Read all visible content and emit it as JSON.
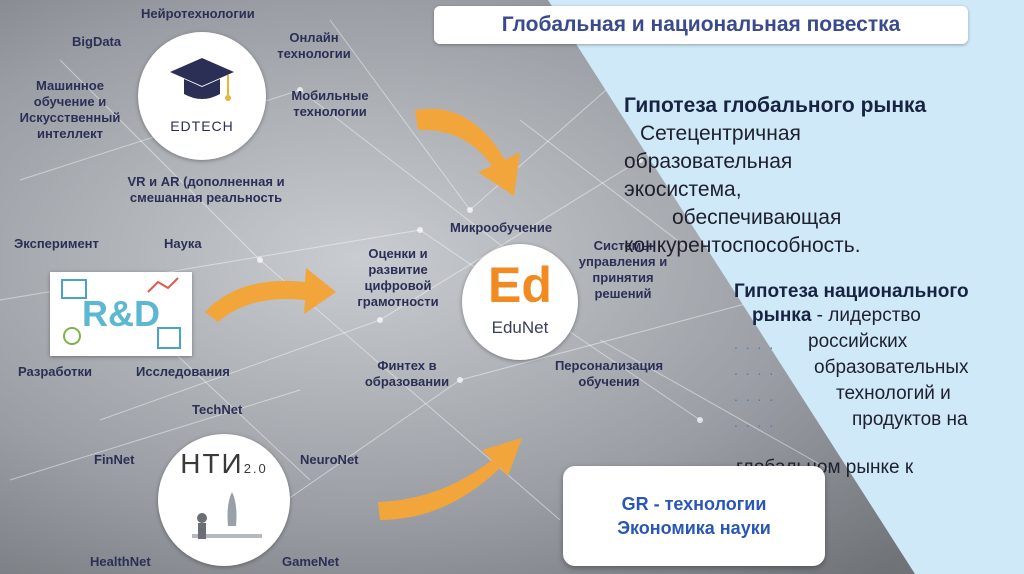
{
  "title": "Глобальная и национальная повестка",
  "colors": {
    "accent_orange": "#f2a53a",
    "title_blue": "#3a4a8f",
    "label_navy": "#2b2f56",
    "light_panel": "#cfe9f8",
    "gr_blue": "#2a56b8"
  },
  "edtech": {
    "logo_text": "EDTECH",
    "labels": {
      "neuro": "Нейротехнологии",
      "online": "Онлайн технологии",
      "bigdata": "BigData",
      "ml": "Машинное обучение и Искусственный интеллект",
      "mobile": "Мобильные технологии",
      "vrar": "VR и AR (дополненная и смешанная реальность"
    }
  },
  "rnd": {
    "logo_text": "R&D",
    "labels": {
      "experiment": "Эксперимент",
      "science": "Наука",
      "dev": "Разработки",
      "research": "Исследования"
    }
  },
  "edunet": {
    "logo_big": "Ed",
    "logo_small": "EduNet",
    "labels": {
      "micro": "Микрообучение",
      "assess": "Оценки и развитие цифровой грамотности",
      "systems": "Системы управления и принятия решений",
      "fintech": "Финтех в образовании",
      "personal": "Персонализация обучения"
    }
  },
  "nti": {
    "logo_text": "НТИ",
    "logo_ver": "2.0",
    "labels": {
      "technet": "TechNet",
      "finnet": "FinNet",
      "neuronet": "NeuroNet",
      "healthnet": "HealthNet",
      "gamenet": "GameNet"
    }
  },
  "right": {
    "global_head": "Гипотеза глобального рынка",
    "global_lines": [
      "Сетецентричная",
      "образовательная",
      "экосистема,",
      "обеспечивающая",
      "конкурентоспособность."
    ],
    "national_head": "Гипотеза национального",
    "national_head2": "рынка",
    "national_lines": [
      "- лидерство",
      "российских",
      "образовательных",
      "технологий и",
      "продуктов на",
      "глобальном рынке к"
    ]
  },
  "gr_box": {
    "line1": "GR -  технологии",
    "line2": "Экономика науки"
  }
}
